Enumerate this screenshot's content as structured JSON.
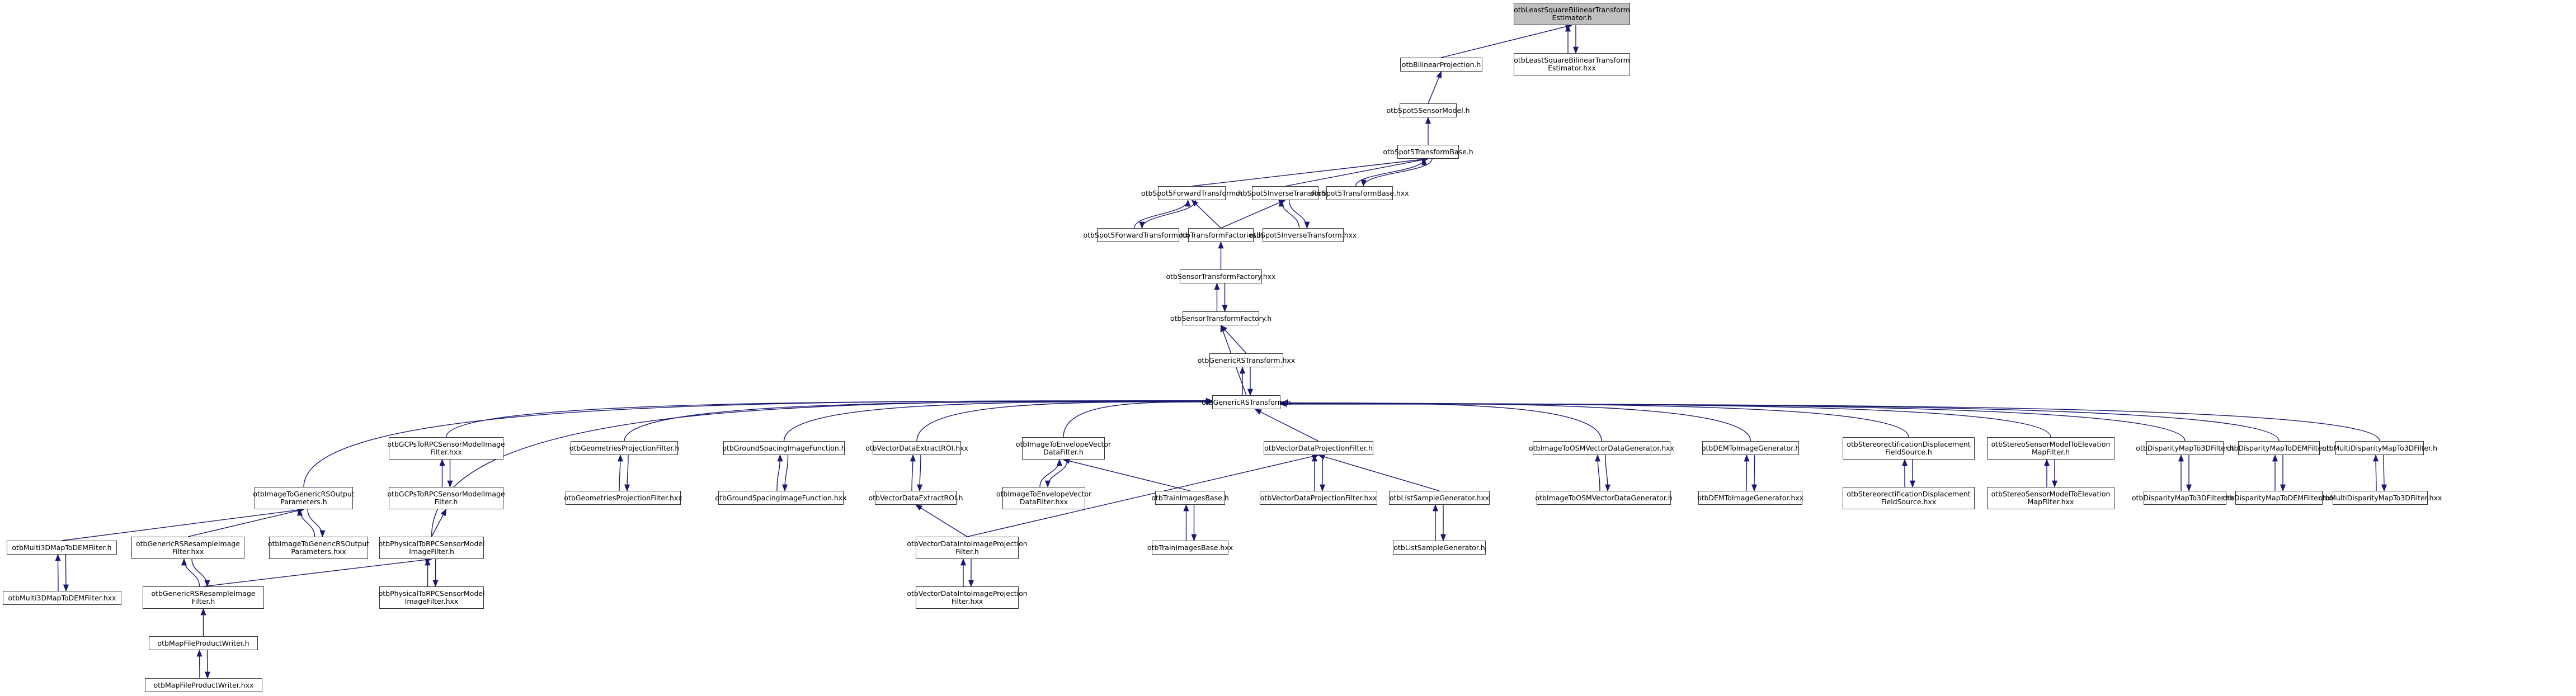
{
  "diagram": {
    "type": "include-dependency-graph",
    "edge_color": "#191970",
    "root_fill": "#bfbfbf",
    "node_fill": "#ffffff",
    "nodes": [
      {
        "id": "n0",
        "label": "otbLeastSquareBilinearTransform\nEstimator.h",
        "root": true
      },
      {
        "id": "n1",
        "label": "otbBilinearProjection.h"
      },
      {
        "id": "n2",
        "label": "otbLeastSquareBilinearTransform\nEstimator.hxx"
      },
      {
        "id": "n3",
        "label": "otbSpot5SensorModel.h"
      },
      {
        "id": "n4",
        "label": "otbSpot5TransformBase.h"
      },
      {
        "id": "n5",
        "label": "otbSpot5ForwardTransform.h"
      },
      {
        "id": "n6",
        "label": "otbSpot5InverseTransform.h"
      },
      {
        "id": "n7",
        "label": "otbSpot5TransformBase.hxx"
      },
      {
        "id": "n8",
        "label": "otbSpot5ForwardTransform.hxx"
      },
      {
        "id": "n9",
        "label": "otbTransformFactories.h"
      },
      {
        "id": "n10",
        "label": "otbSpot5InverseTransform.hxx"
      },
      {
        "id": "n11",
        "label": "otbSensorTransformFactory.hxx"
      },
      {
        "id": "n12",
        "label": "otbSensorTransformFactory.h"
      },
      {
        "id": "n13",
        "label": "otbGenericRSTransform.hxx"
      },
      {
        "id": "n14",
        "label": "otbGenericRSTransform.h"
      },
      {
        "id": "n15",
        "label": "otbGCPsToRPCSensorModelImage\nFilter.hxx"
      },
      {
        "id": "n16",
        "label": "otbGeometriesProjectionFilter.h"
      },
      {
        "id": "n17",
        "label": "otbGroundSpacingImageFunction.h"
      },
      {
        "id": "n18",
        "label": "otbVectorDataExtractROI.hxx"
      },
      {
        "id": "n19",
        "label": "otbImageToEnvelopeVector\nDataFilter.h"
      },
      {
        "id": "n20",
        "label": "otbVectorDataProjectionFilter.h"
      },
      {
        "id": "n21",
        "label": "otbImageToOSMVectorDataGenerator.hxx"
      },
      {
        "id": "n22",
        "label": "otbDEMToImageGenerator.h"
      },
      {
        "id": "n23",
        "label": "otbStereorectificationDisplacement\nFieldSource.h"
      },
      {
        "id": "n24",
        "label": "otbStereoSensorModelToElevation\nMapFilter.h"
      },
      {
        "id": "n25",
        "label": "otbDisparityMapTo3DFilter.h"
      },
      {
        "id": "n26",
        "label": "otbDisparityMapToDEMFilter.h"
      },
      {
        "id": "n27",
        "label": "otbMultiDisparityMapTo3DFilter.h"
      },
      {
        "id": "n28",
        "label": "otbImageToGenericRSOutput\nParameters.h"
      },
      {
        "id": "n29",
        "label": "otbGCPsToRPCSensorModelImage\nFilter.h"
      },
      {
        "id": "n30",
        "label": "otbGeometriesProjectionFilter.hxx"
      },
      {
        "id": "n31",
        "label": "otbGroundSpacingImageFunction.hxx"
      },
      {
        "id": "n32",
        "label": "otbVectorDataExtractROI.h"
      },
      {
        "id": "n33",
        "label": "otbImageToEnvelopeVector\nDataFilter.hxx"
      },
      {
        "id": "n34",
        "label": "otbTrainImagesBase.h"
      },
      {
        "id": "n35",
        "label": "otbVectorDataProjectionFilter.hxx"
      },
      {
        "id": "n36",
        "label": "otbListSampleGenerator.hxx"
      },
      {
        "id": "n37",
        "label": "otbImageToOSMVectorDataGenerator.h"
      },
      {
        "id": "n38",
        "label": "otbDEMToImageGenerator.hxx"
      },
      {
        "id": "n39",
        "label": "otbStereorectificationDisplacement\nFieldSource.hxx"
      },
      {
        "id": "n40",
        "label": "otbStereoSensorModelToElevation\nMapFilter.hxx"
      },
      {
        "id": "n41",
        "label": "otbDisparityMapTo3DFilter.hxx"
      },
      {
        "id": "n42",
        "label": "otbDisparityMapToDEMFilter.hxx"
      },
      {
        "id": "n43",
        "label": "otbMultiDisparityMapTo3DFilter.hxx"
      },
      {
        "id": "n44",
        "label": "otbMulti3DMapToDEMFilter.h"
      },
      {
        "id": "n45",
        "label": "otbGenericRSResampleImage\nFilter.hxx"
      },
      {
        "id": "n46",
        "label": "otbImageToGenericRSOutput\nParameters.hxx"
      },
      {
        "id": "n47",
        "label": "otbPhysicalToRPCSensorModel\nImageFilter.h"
      },
      {
        "id": "n48",
        "label": "otbVectorDataIntoImageProjection\nFilter.h"
      },
      {
        "id": "n49",
        "label": "otbTrainImagesBase.hxx"
      },
      {
        "id": "n50",
        "label": "otbListSampleGenerator.h"
      },
      {
        "id": "n51",
        "label": "otbMulti3DMapToDEMFilter.hxx"
      },
      {
        "id": "n52",
        "label": "otbGenericRSResampleImage\nFilter.h"
      },
      {
        "id": "n53",
        "label": "otbPhysicalToRPCSensorModel\nImageFilter.hxx"
      },
      {
        "id": "n54",
        "label": "otbVectorDataIntoImageProjection\nFilter.hxx"
      },
      {
        "id": "n55",
        "label": "otbMapFileProductWriter.h"
      },
      {
        "id": "n56",
        "label": "otbMapFileProductWriter.hxx"
      }
    ],
    "edges": [
      [
        "n1",
        "n0"
      ],
      [
        "n2",
        "n0"
      ],
      [
        "n0",
        "n2"
      ],
      [
        "n3",
        "n1"
      ],
      [
        "n4",
        "n3"
      ],
      [
        "n5",
        "n4"
      ],
      [
        "n6",
        "n4"
      ],
      [
        "n7",
        "n4"
      ],
      [
        "n4",
        "n7"
      ],
      [
        "n8",
        "n5"
      ],
      [
        "n5",
        "n8"
      ],
      [
        "n9",
        "n5"
      ],
      [
        "n9",
        "n6"
      ],
      [
        "n10",
        "n6"
      ],
      [
        "n6",
        "n10"
      ],
      [
        "n11",
        "n9"
      ],
      [
        "n12",
        "n11"
      ],
      [
        "n11",
        "n12"
      ],
      [
        "n13",
        "n12"
      ],
      [
        "n14",
        "n12"
      ],
      [
        "n14",
        "n13"
      ],
      [
        "n13",
        "n14"
      ],
      [
        "n15",
        "n14"
      ],
      [
        "n16",
        "n14"
      ],
      [
        "n17",
        "n14"
      ],
      [
        "n18",
        "n14"
      ],
      [
        "n19",
        "n14"
      ],
      [
        "n20",
        "n14"
      ],
      [
        "n21",
        "n14"
      ],
      [
        "n22",
        "n14"
      ],
      [
        "n23",
        "n14"
      ],
      [
        "n24",
        "n14"
      ],
      [
        "n25",
        "n14"
      ],
      [
        "n26",
        "n14"
      ],
      [
        "n27",
        "n14"
      ],
      [
        "n28",
        "n14"
      ],
      [
        "n47",
        "n14"
      ],
      [
        "n29",
        "n15"
      ],
      [
        "n15",
        "n29"
      ],
      [
        "n30",
        "n16"
      ],
      [
        "n16",
        "n30"
      ],
      [
        "n31",
        "n17"
      ],
      [
        "n17",
        "n31"
      ],
      [
        "n32",
        "n18"
      ],
      [
        "n18",
        "n32"
      ],
      [
        "n33",
        "n19"
      ],
      [
        "n19",
        "n33"
      ],
      [
        "n34",
        "n19"
      ],
      [
        "n35",
        "n20"
      ],
      [
        "n20",
        "n35"
      ],
      [
        "n36",
        "n20"
      ],
      [
        "n48",
        "n20"
      ],
      [
        "n37",
        "n21"
      ],
      [
        "n21",
        "n37"
      ],
      [
        "n38",
        "n22"
      ],
      [
        "n22",
        "n38"
      ],
      [
        "n39",
        "n23"
      ],
      [
        "n23",
        "n39"
      ],
      [
        "n40",
        "n24"
      ],
      [
        "n24",
        "n40"
      ],
      [
        "n41",
        "n25"
      ],
      [
        "n25",
        "n41"
      ],
      [
        "n42",
        "n26"
      ],
      [
        "n26",
        "n42"
      ],
      [
        "n43",
        "n27"
      ],
      [
        "n27",
        "n43"
      ],
      [
        "n44",
        "n28"
      ],
      [
        "n45",
        "n28"
      ],
      [
        "n46",
        "n28"
      ],
      [
        "n28",
        "n46"
      ],
      [
        "n47",
        "n29"
      ],
      [
        "n48",
        "n32"
      ],
      [
        "n49",
        "n34"
      ],
      [
        "n34",
        "n49"
      ],
      [
        "n50",
        "n36"
      ],
      [
        "n36",
        "n50"
      ],
      [
        "n51",
        "n44"
      ],
      [
        "n44",
        "n51"
      ],
      [
        "n52",
        "n45"
      ],
      [
        "n45",
        "n52"
      ],
      [
        "n52",
        "n47"
      ],
      [
        "n53",
        "n47"
      ],
      [
        "n47",
        "n53"
      ],
      [
        "n54",
        "n48"
      ],
      [
        "n48",
        "n54"
      ],
      [
        "n55",
        "n52"
      ],
      [
        "n56",
        "n55"
      ],
      [
        "n55",
        "n56"
      ]
    ]
  }
}
